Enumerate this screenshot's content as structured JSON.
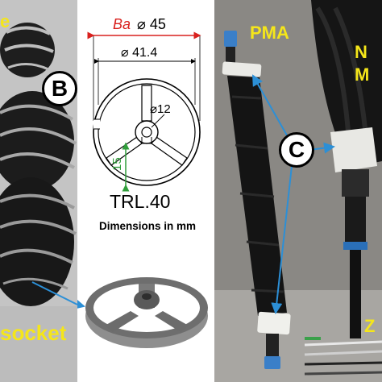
{
  "labels": {
    "top_left_fragment": "e",
    "socket": "socket",
    "b_marker": "B",
    "c_marker": "C",
    "pma": "PMA",
    "right_top_1": "N",
    "right_top_2": "M",
    "right_bottom": "Z"
  },
  "drawing": {
    "ba_text": "Ba",
    "outer_dim": "⌀ 45",
    "inner_dim": "⌀ 41.4",
    "hub_dim": "⌀12",
    "spoke_dim": "15",
    "model": "TRL.40",
    "caption": "Dimensions in mm"
  },
  "colors": {
    "label_yellow": "#f5e61a",
    "dimension_red": "#d9211e",
    "dimension_green": "#2f9e3a",
    "arrow_blue": "#2c8fd6"
  }
}
